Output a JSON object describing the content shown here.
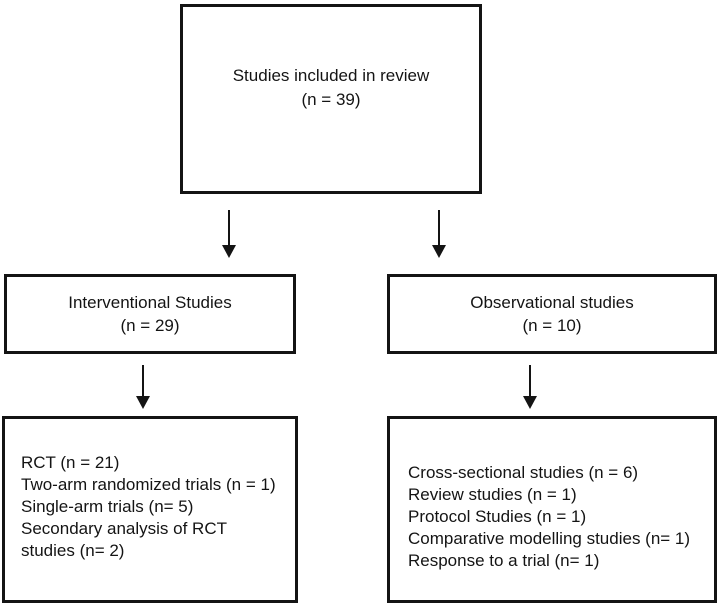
{
  "diagram": {
    "colors": {
      "border": "#141414",
      "text": "#141414",
      "background": "#ffffff"
    },
    "boxes": {
      "root": {
        "lines": [
          "Studies included in review",
          "(n = 39)"
        ]
      },
      "interventional": {
        "lines": [
          "Interventional Studies",
          "(n = 29)"
        ]
      },
      "observational": {
        "lines": [
          "Observational studies",
          "(n = 10)"
        ]
      },
      "interventional_detail": {
        "lines": [
          "RCT (n = 21)",
          "Two-arm randomized trials (n = 1)",
          "Single-arm trials (n= 5)",
          "Secondary analysis of RCT",
          "studies (n= 2)"
        ]
      },
      "observational_detail": {
        "lines": [
          "Cross-sectional studies (n = 6)",
          "Review studies (n = 1)",
          "Protocol Studies (n = 1)",
          "Comparative modelling studies (n= 1)",
          "Response to a trial (n= 1)"
        ]
      }
    }
  }
}
